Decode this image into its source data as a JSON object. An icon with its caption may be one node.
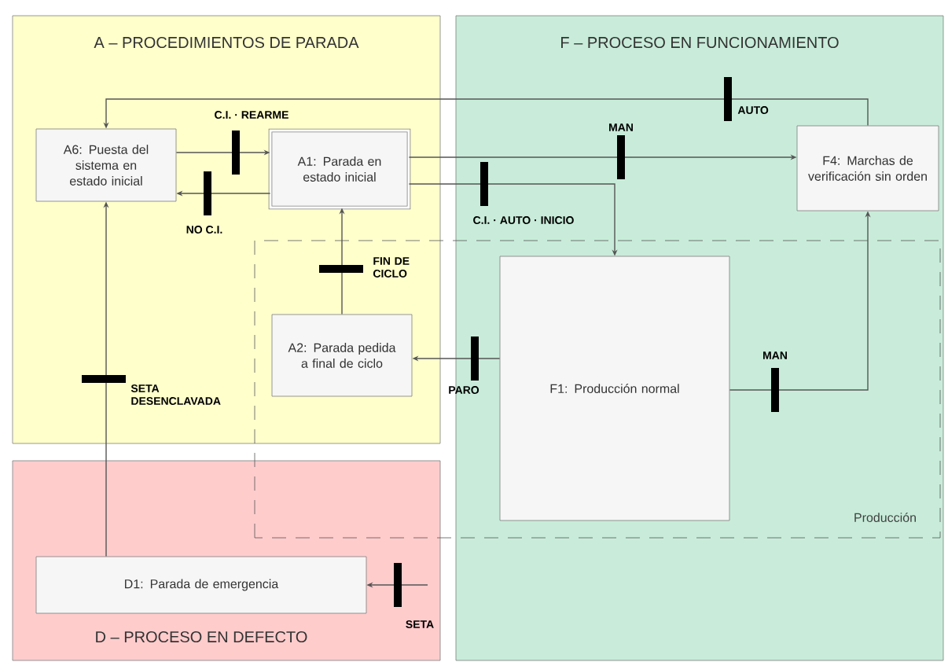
{
  "diagram": {
    "nodes": [
      {
        "text": [
          "A – PROCEDIMIENTOS DE PARADA"
        ]
      },
      {
        "text": [
          "F – PROCESO EN FUNCIONAMIENTO"
        ]
      },
      {
        "text": [
          "D – PROCESO EN DEFECTO"
        ]
      },
      {
        "text": [
          "A6: Puesta del sistema en estado inicial"
        ],
        "in": 0
      },
      {
        "text": [
          "A1: Parada en estado inicial"
        ],
        "in": 0
      },
      {
        "text": [
          "F4: Marchas de verificación sin orden"
        ],
        "in": 1
      },
      {
        "text": [
          "A2: Parada pedida a final de ciclo"
        ],
        "in": 0
      },
      {
        "text": [
          "F1: Producción normal"
        ],
        "in": 1
      },
      {
        "text": [
          "D1: Parada de emergencia"
        ],
        "in": 2
      }
    ],
    "edges": [
      {
        "from": 3,
        "to": 4,
        "arrow": "to",
        "label": "C.I. · REARME"
      },
      {
        "from": 4,
        "to": 3,
        "arrow": "to",
        "label": "NO C.I."
      },
      {
        "from": 4,
        "to": 5,
        "arrow": "to",
        "label": "MAN"
      },
      {
        "from": 5,
        "to": 3,
        "arrow": "to",
        "label": "AUTO"
      },
      {
        "from": 4,
        "to": 7,
        "arrow": "to",
        "label": "C.I. · AUTO · INICIO"
      },
      {
        "from": 6,
        "to": 4,
        "arrow": "to",
        "label": "FIN DE CICLO"
      },
      {
        "from": 7,
        "to": 6,
        "arrow": "to",
        "label": "PARO"
      },
      {
        "from": 7,
        "to": 5,
        "arrow": "to",
        "label": "MAN"
      },
      {
        "from": 8,
        "to": 3,
        "arrow": "to",
        "label": "SETA DESENCLAVADA"
      },
      {
        "from": null,
        "to": 8,
        "arrow": "to",
        "label": "SETA"
      }
    ],
    "labels": [
      "Producción"
    ]
  }
}
